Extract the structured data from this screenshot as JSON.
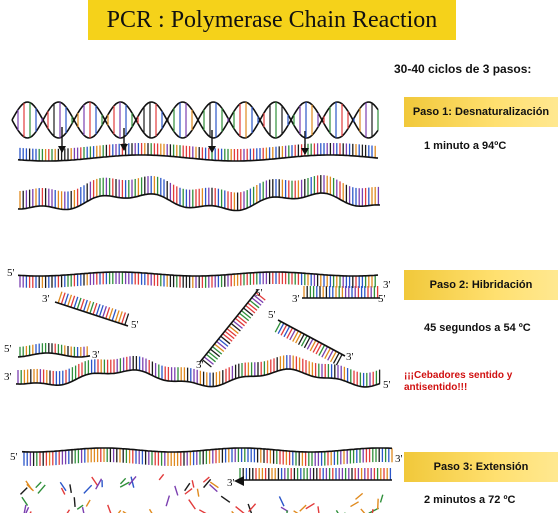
{
  "title": "PCR : Polymerase Chain Reaction",
  "subtitle": "30-40 ciclos de 3 pasos:",
  "steps": [
    {
      "label": "Paso 1: Desnaturalización",
      "condition": "1 minuto a 94ºC"
    },
    {
      "label": "Paso 2: Hibridación",
      "condition": "45 segundos a 54 ºC"
    },
    {
      "label": "Paso 3: Extensión",
      "condition": "2 minutos a 72 ºC"
    }
  ],
  "note": "¡¡¡Cebadores sentido y antisentido!!!",
  "end_labels": {
    "five": "5'",
    "three": "3'"
  },
  "colors": {
    "accent": "#f5d21a",
    "note": "#d01010"
  }
}
